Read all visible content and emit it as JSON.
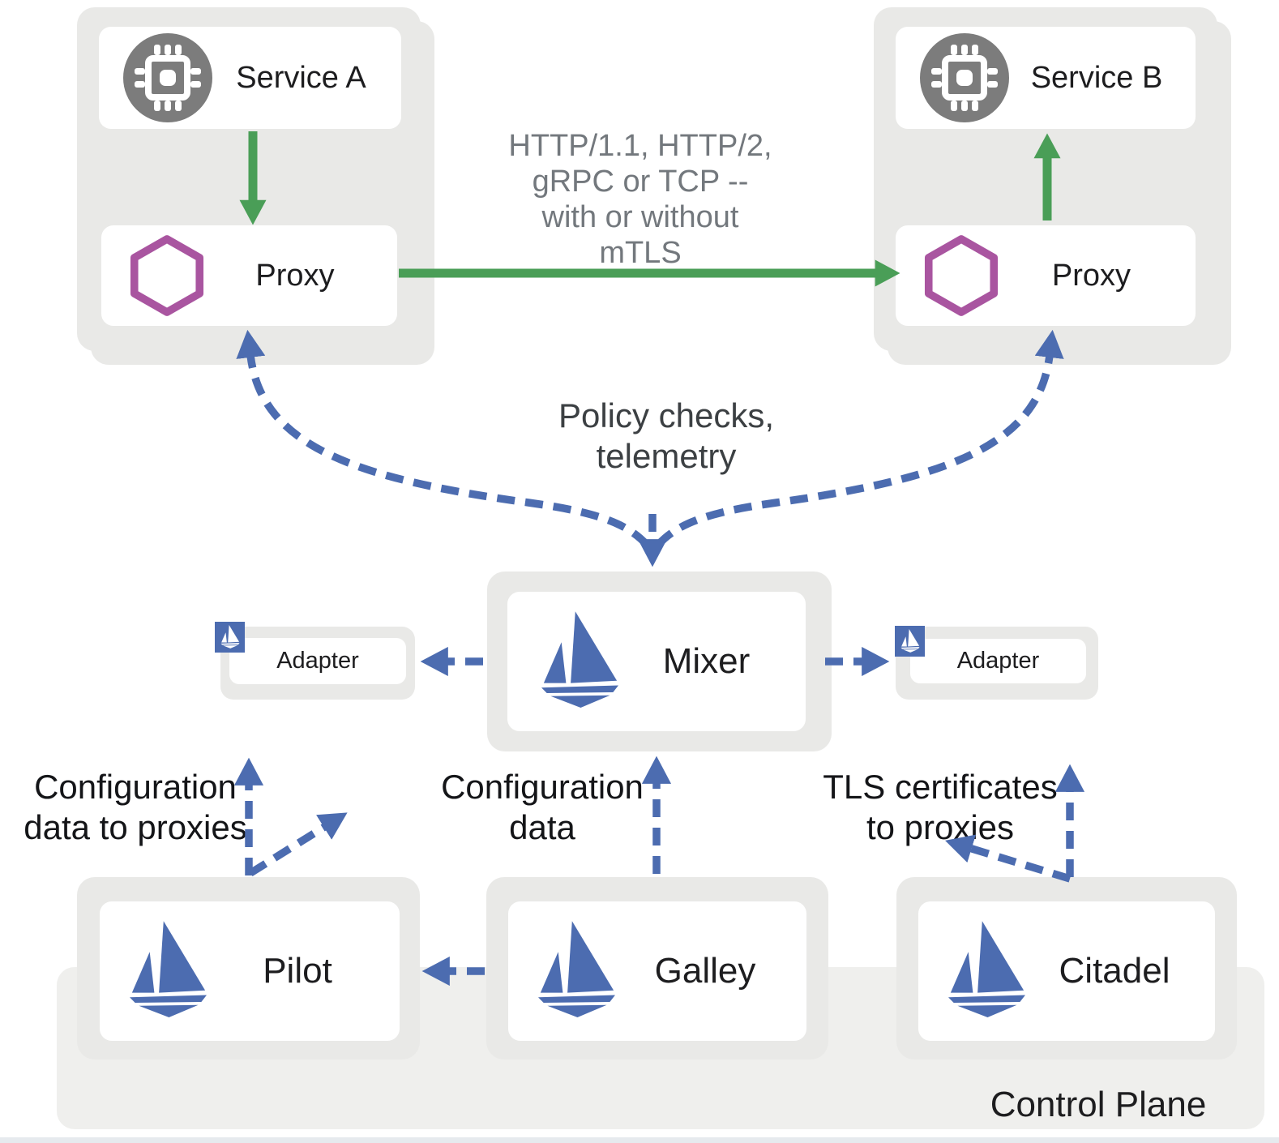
{
  "colors": {
    "green": "#4a9e57",
    "blue": "#4c6cb0",
    "purple": "#a955a0",
    "icon_gray": "#7c7c7c",
    "box_gray": "#e9e9e7",
    "band_gray": "#efefed",
    "label_dark": "#1d1d1f",
    "traffic_gray": "#73787d",
    "policy_gray": "#3c4043"
  },
  "data_plane": {
    "service_a": {
      "label": "Service A",
      "icon": "chip-icon"
    },
    "proxy_a": {
      "label": "Proxy",
      "icon": "hexagon-icon"
    },
    "service_b": {
      "label": "Service B",
      "icon": "chip-icon"
    },
    "proxy_b": {
      "label": "Proxy",
      "icon": "hexagon-icon"
    },
    "traffic_label": "HTTP/1.1, HTTP/2,\ngRPC or TCP --\nwith or without\nmTLS",
    "policy_label": "Policy checks,\ntelemetry"
  },
  "mixer": {
    "label": "Mixer",
    "icon": "istio-sail-icon"
  },
  "adapters": {
    "left": {
      "label": "Adapter",
      "badge_icon": "istio-sail-icon"
    },
    "right": {
      "label": "Adapter",
      "badge_icon": "istio-sail-icon"
    }
  },
  "control_plane": {
    "label": "Control Plane",
    "pilot": {
      "label": "Pilot",
      "icon": "istio-sail-icon",
      "arrow_label": "Configuration\ndata to proxies"
    },
    "galley": {
      "label": "Galley",
      "icon": "istio-sail-icon",
      "arrow_label": "Configuration\ndata"
    },
    "citadel": {
      "label": "Citadel",
      "icon": "istio-sail-icon",
      "arrow_label": "TLS certificates\nto proxies"
    }
  }
}
